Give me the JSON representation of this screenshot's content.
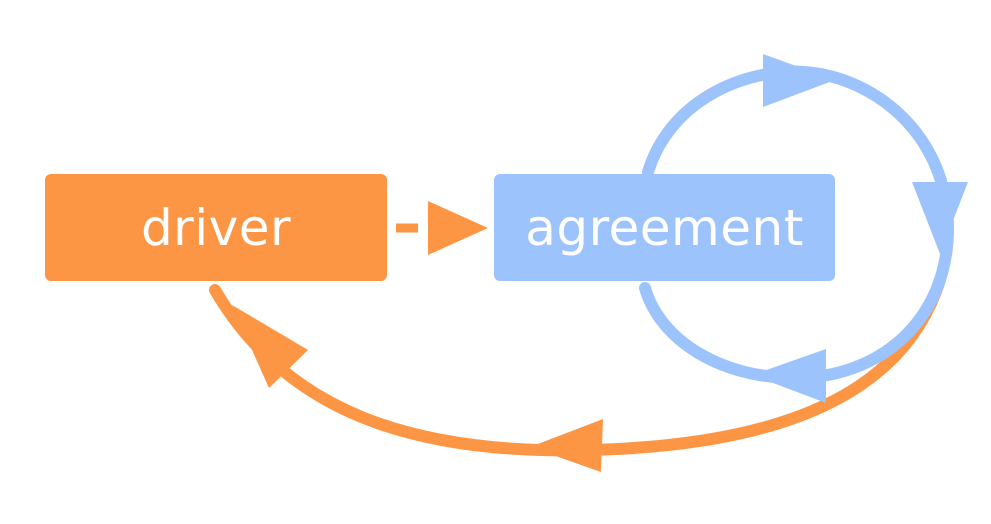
{
  "nodes": {
    "driver": {
      "label": "driver",
      "color": "#fd9644"
    },
    "agreement": {
      "label": "agreement",
      "color": "#9dc3fd"
    }
  },
  "edges": [
    {
      "from": "driver",
      "to": "agreement",
      "style": "dashed",
      "color": "#fd9644"
    },
    {
      "from": "agreement",
      "to": "agreement",
      "style": "loop",
      "color": "#9dc3fd"
    },
    {
      "from": "agreement",
      "to": "driver",
      "style": "curved",
      "color": "#fd9644"
    }
  ]
}
